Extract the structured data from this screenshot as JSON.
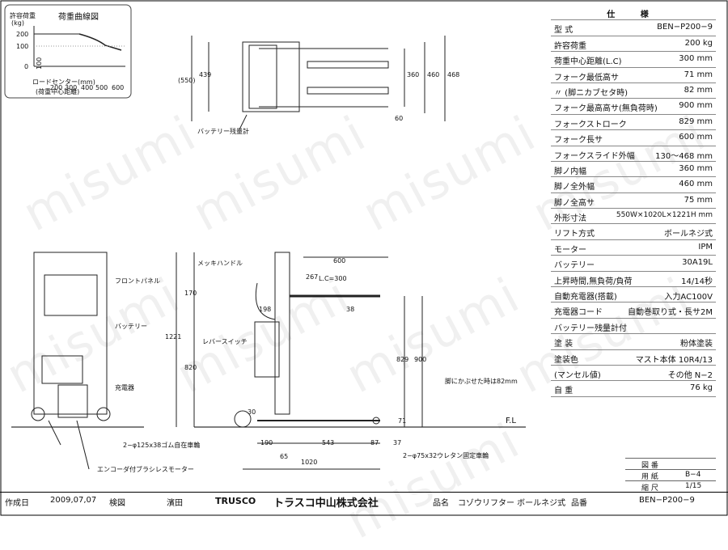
{
  "watermark": "misumi",
  "graph": {
    "title": "荷重曲線図",
    "ylabel_top": "許容荷重",
    "ylabel_unit": "(kg)",
    "yticks": [
      "200",
      "100",
      "0"
    ],
    "xticks": [
      "100",
      "200",
      "300",
      "400",
      "500",
      "600"
    ],
    "xlabel": "ロードセンター(mm)",
    "xlabel_sub": "(荷重中心距離)"
  },
  "spec": {
    "header": "仕 様",
    "rows": [
      {
        "k": "型 式",
        "v": "BEN−P200−9"
      },
      {
        "k": "許容荷重",
        "v": "200 kg"
      },
      {
        "k": "荷重中心距離(L.C)",
        "v": "300 mm"
      },
      {
        "k": "フォーク最低高サ",
        "v": "71 mm"
      },
      {
        "k": "〃 (脚ニカブセタ時)",
        "v": "82 mm"
      },
      {
        "k": "フォーク最高高サ(無負荷時)",
        "v": "900 mm"
      },
      {
        "k": "フォークストローク",
        "v": "829 mm"
      },
      {
        "k": "フォーク長サ",
        "v": "600 mm"
      },
      {
        "k": "フォークスライド外幅",
        "v": "130〜468 mm"
      },
      {
        "k": "脚ノ内幅",
        "v": "360 mm"
      },
      {
        "k": "脚ノ全外幅",
        "v": "460 mm"
      },
      {
        "k": "脚ノ全高サ",
        "v": "75 mm"
      },
      {
        "k": "外形寸法",
        "v": "550W×1020L×1221H mm"
      },
      {
        "k": "リフト方式",
        "v": "ボールネジ式"
      },
      {
        "k": "モーター",
        "v": "IPM"
      },
      {
        "k": "バッテリー",
        "v": "30A19L"
      },
      {
        "k": "上昇時間,無負荷/負荷",
        "v": "14/14秒"
      },
      {
        "k": "自動充電器(搭載)",
        "v": "入力AC100V"
      },
      {
        "k": "充電器コード",
        "v": "自動巻取り式・長サ2M"
      },
      {
        "k": "バッテリー残量計付",
        "v": ""
      },
      {
        "k": "塗 装",
        "v": "粉体塗装"
      },
      {
        "k": "塗装色",
        "v": "マスト本体 10R4/13"
      },
      {
        "k": "(マンセル値)",
        "v": "その他 N−2"
      },
      {
        "k": "自 重",
        "v": "76 kg"
      }
    ]
  },
  "top_view": {
    "dims": [
      "(550)",
      "439",
      "360",
      "460",
      "468",
      "60"
    ],
    "label_battery": "バッテリー残量計"
  },
  "front_view": {
    "labels": [
      "フロントパネル",
      "バッテリー",
      "充電器"
    ],
    "label_caster": "2−φ125x38ゴム自在車輪",
    "label_motor": "エンコーダ付ブラシレスモーター"
  },
  "side_view": {
    "labels": [
      "メッキハンドル",
      "レバースイッチ"
    ],
    "dims": [
      "600",
      "267",
      "L.C=300",
      "38",
      "198",
      "170",
      "1221",
      "820",
      "829",
      "900",
      "30",
      "71",
      "190",
      "543",
      "87",
      "37",
      "65",
      "1020"
    ],
    "label_leg": "脚にかぶせた時は82mm",
    "label_wheel": "2−φ75x32ウレタン固定車輪",
    "fl": "F.L"
  },
  "title_block": {
    "zuban_label": "図 番",
    "yoshi_label": "用 紙",
    "yoshi": "B−4",
    "shukushaku_label": "縮 尺",
    "shukushaku": "1/15"
  },
  "footer": {
    "made_label": "作成日",
    "made": "2009,07,07",
    "check_label": "検図",
    "checker": "濱田",
    "brand": "TRUSCO",
    "company": "トラスコ中山株式会社",
    "name_label": "品名",
    "name": "コゾウリフター ボールネジ式",
    "no_label": "品番",
    "no": "BEN−P200−9"
  }
}
